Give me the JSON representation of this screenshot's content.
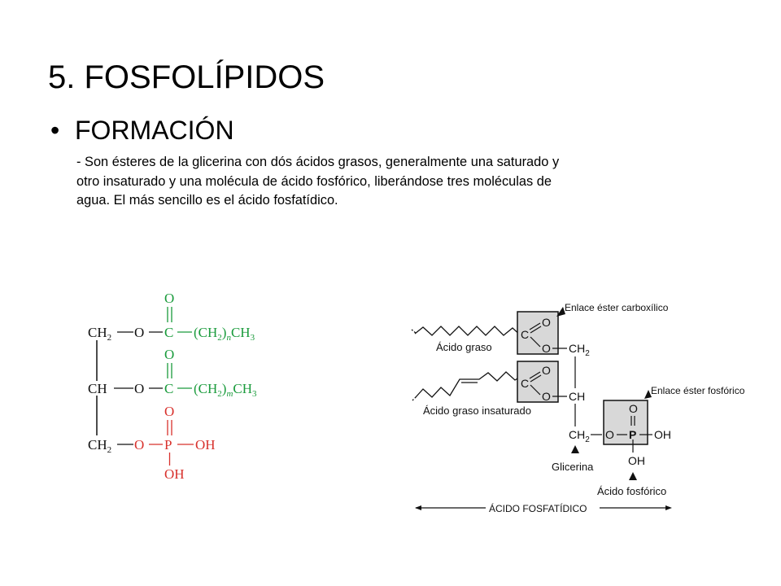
{
  "slide": {
    "title_number": "5",
    "title_text": "FOSFOLÍPIDOS",
    "bullet": "FORMACIÓN",
    "body_lines": [
      "- Son ésteres de la glicerina con dós ácidos grasos, generalmente una saturado y",
      "otro insaturado y una molécula de ácido fosfórico, liberándose tres moléculas de",
      "agua. El más sencillo es el ácido fosfatídico."
    ]
  },
  "left_structure": {
    "row1": {
      "ch": "CH",
      "sub": "2",
      "o": "O",
      "c": "C",
      "top_o": "O",
      "chain": "(CH",
      "chain_sub": "2",
      "chain_close": ")",
      "chain_index": "n",
      "terminal": "CH",
      "terminal_sub": "3"
    },
    "row2": {
      "ch": "CH",
      "o": "O",
      "c": "C",
      "top_o": "O",
      "chain": "(CH",
      "chain_sub": "2",
      "chain_close": ")",
      "chain_index": "m",
      "terminal": "CH",
      "terminal_sub": "3"
    },
    "row3": {
      "ch": "CH",
      "sub": "2",
      "o": "O",
      "p": "P",
      "top_o": "O",
      "oh_right": "OH",
      "oh_bottom": "OH"
    }
  },
  "right_diagram": {
    "labels": {
      "enlace_carboxilico": "Enlace éster carboxílico",
      "acido_graso": "Ácido graso",
      "acido_graso_insaturado": "Ácido graso insaturado",
      "enlace_fosforico": "Enlace éster fosfórico",
      "glicerina": "Glicerina",
      "acido_fosforico": "Ácido fosfórico",
      "acido_fosfatidico": "ÁCIDO FOSFATÍDICO"
    },
    "atoms": {
      "c1": "C",
      "o1_top": "O",
      "o1_bottom": "O",
      "c2": "C",
      "o2_top": "O",
      "o2_bottom": "O",
      "ch2_top": "CH",
      "ch2_top_sub": "2",
      "ch_mid": "CH",
      "ch2_bottom": "CH",
      "ch2_bottom_sub": "2",
      "o_link": "O",
      "p": "P",
      "p_top_o": "O",
      "p_oh_right": "OH",
      "p_oh_bottom": "OH"
    }
  },
  "colors": {
    "green": "#1a9b3c",
    "red": "#d8312c",
    "ink": "#111111"
  }
}
